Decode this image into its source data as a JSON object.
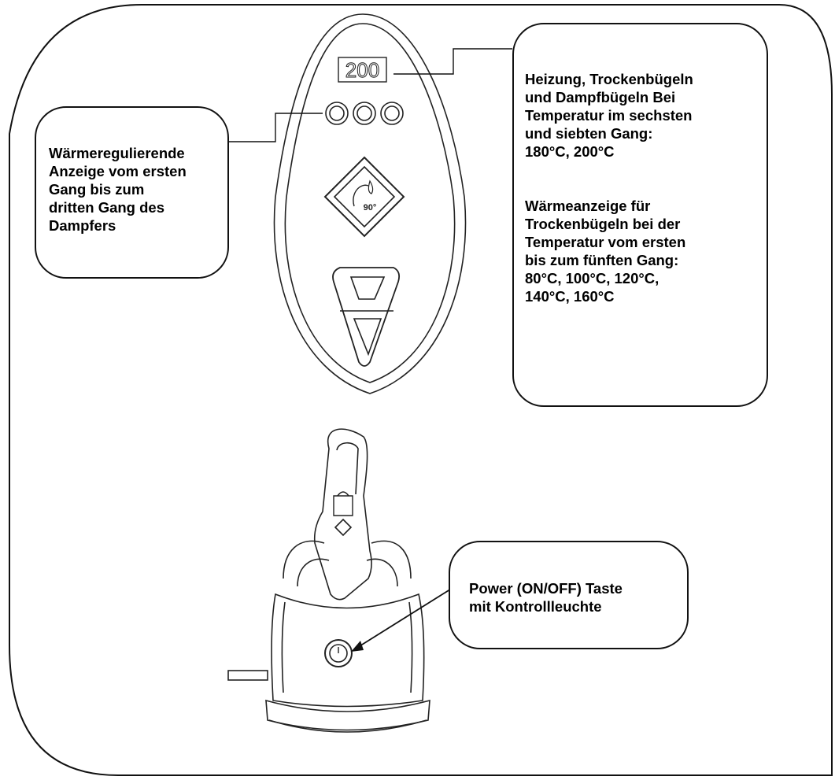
{
  "display_reading": "200",
  "steam_button_label": "90°",
  "callouts": {
    "left": "Wärmeregulierende\nAnzeige vom ersten\nGang bis zum\ndritten Gang des\nDampfers",
    "right_p1": "Heizung, Trockenbügeln\nund Dampfbügeln Bei\nTemperatur im sechsten\nund siebten Gang:\n180°C, 200°C",
    "right_p2": "Wärmeanzeige für\nTrockenbügeln bei der\nTemperatur vom ersten\nbis zum fünften Gang:\n80°C, 100°C, 120°C,\n140°C, 160°C",
    "power": "Power (ON/OFF) Taste\nmit Kontrollleuchte"
  }
}
